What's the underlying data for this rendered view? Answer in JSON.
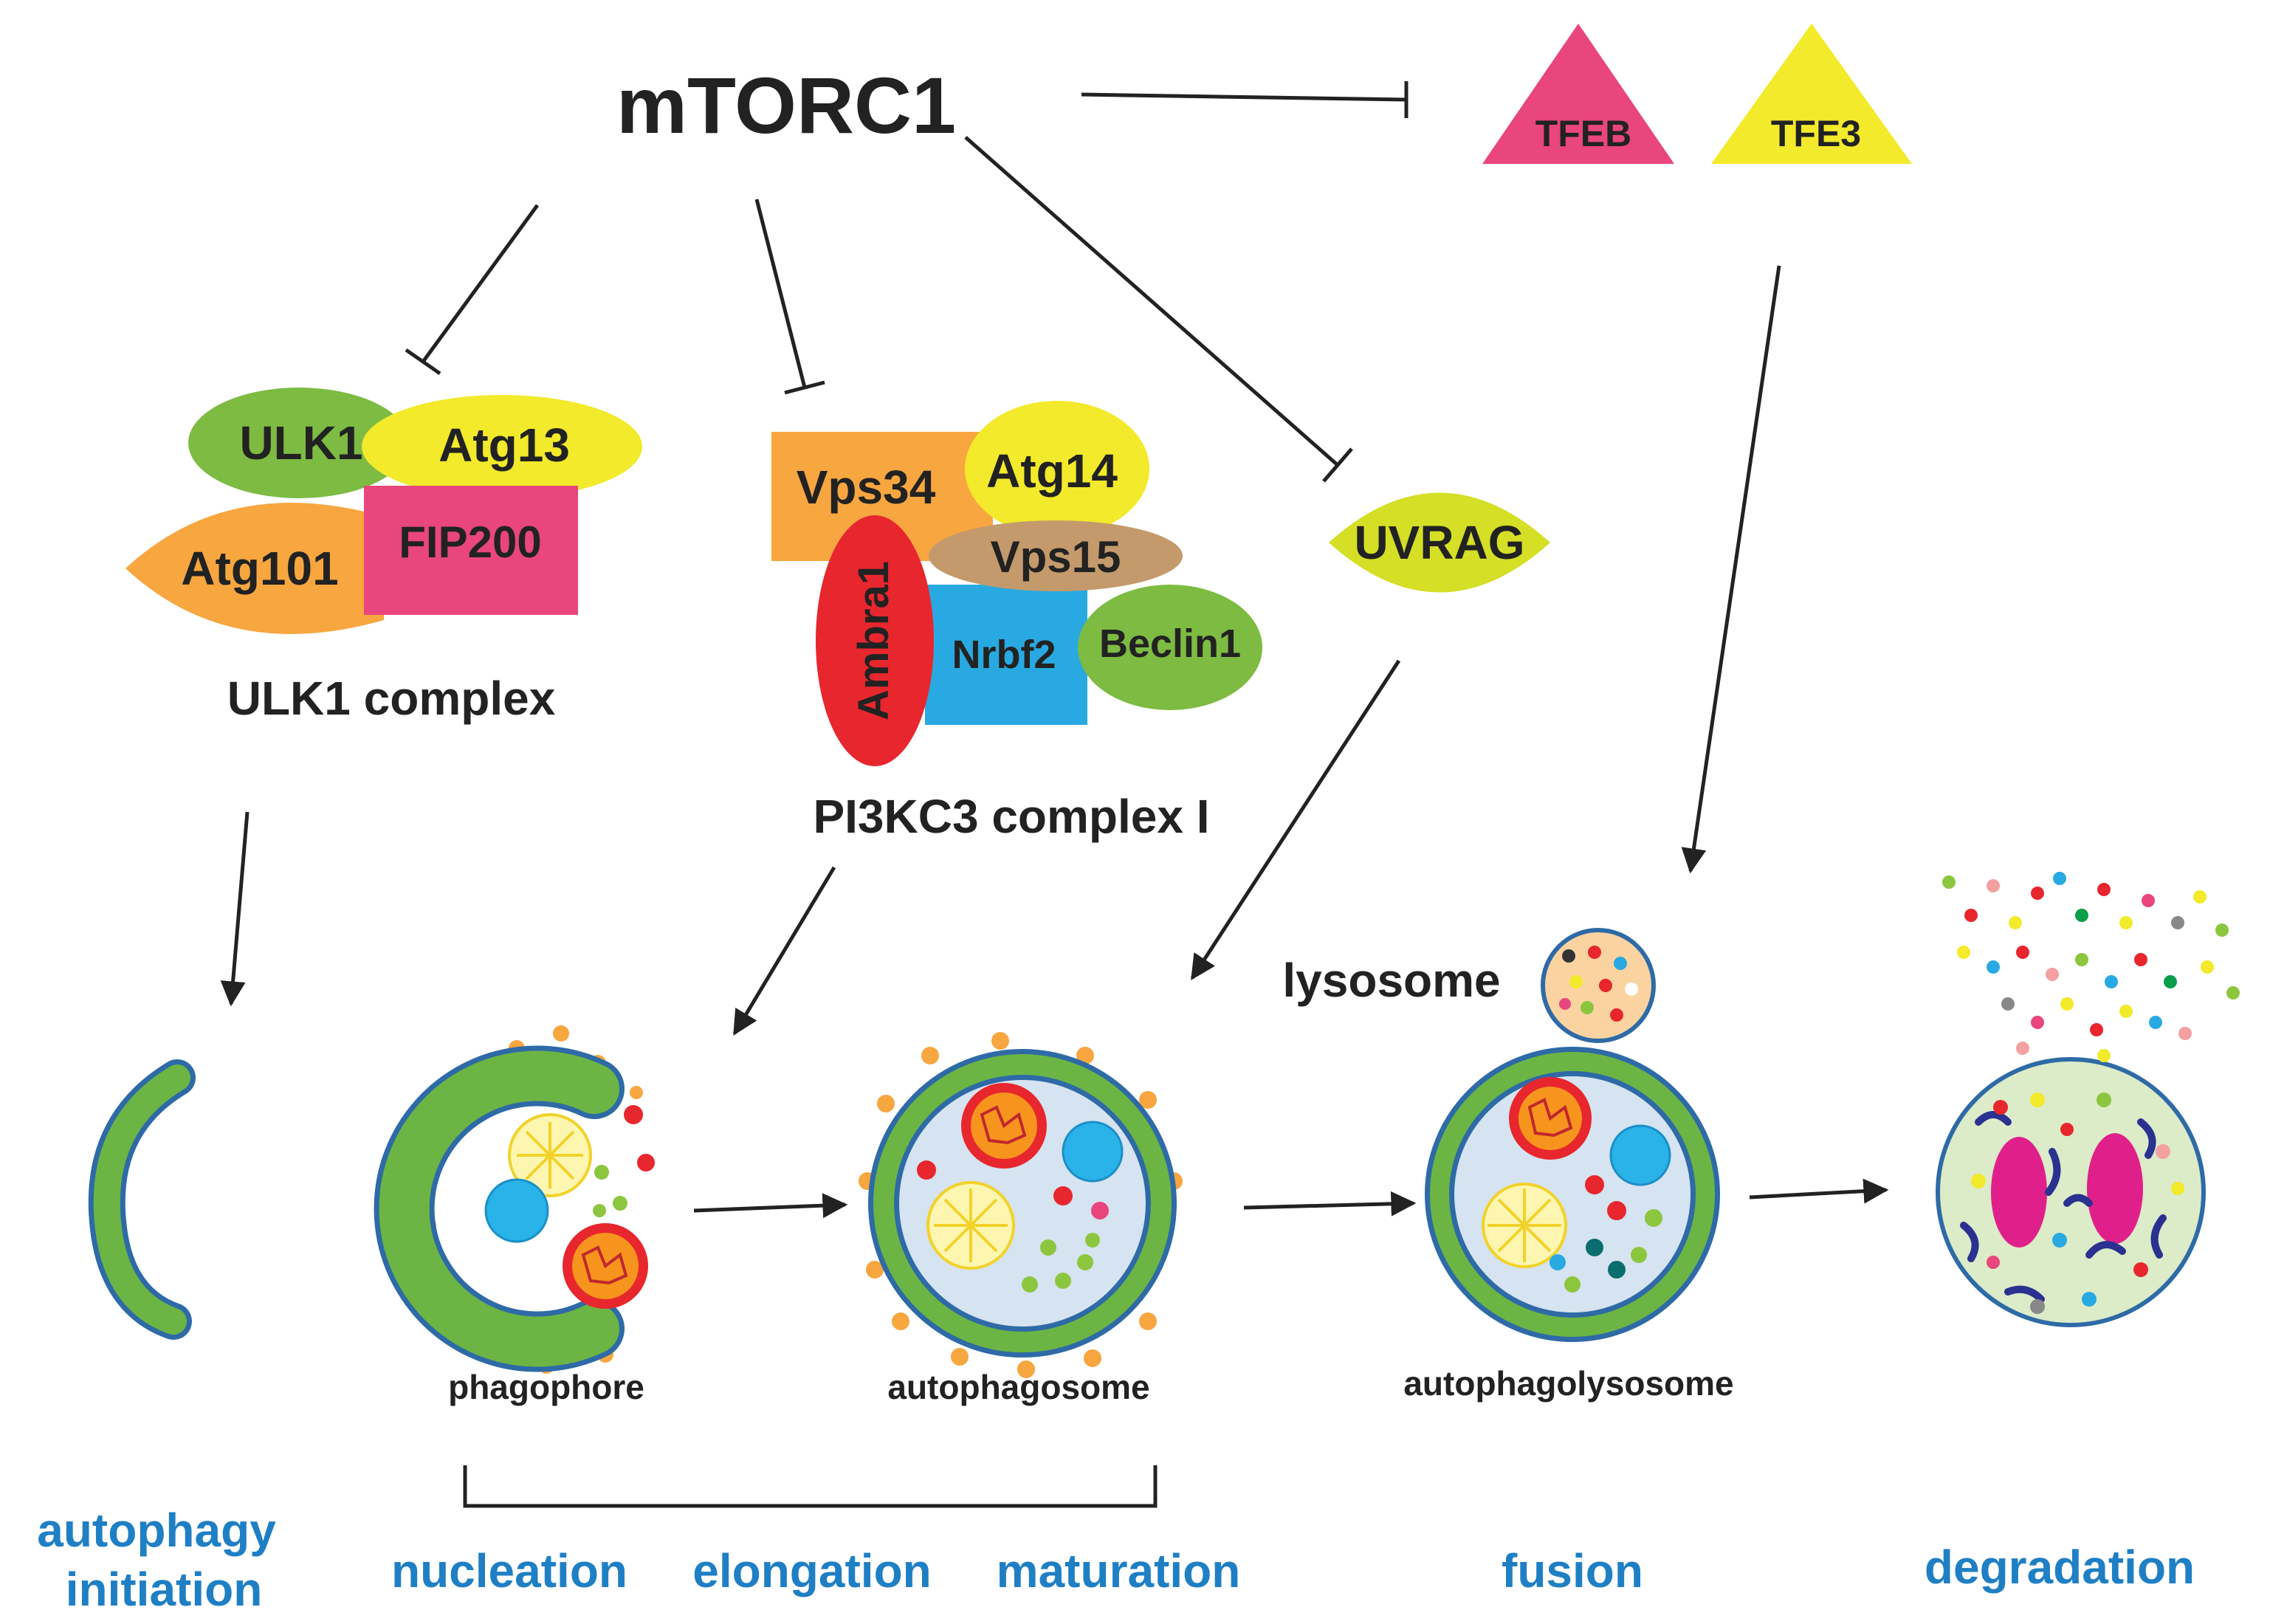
{
  "regulator": "mTORC1",
  "transcription_factors": [
    {
      "label": "TFEB",
      "color": "#e8467c"
    },
    {
      "label": "TFE3",
      "color": "#f2ea2a"
    }
  ],
  "ulk1_complex": {
    "title": "ULK1 complex",
    "proteins": [
      {
        "label": "ULK1",
        "color": "#7dbb42"
      },
      {
        "label": "Atg13",
        "color": "#f2ea2a"
      },
      {
        "label": "Atg101",
        "color": "#f7a640"
      },
      {
        "label": "FIP200",
        "color": "#e8467c"
      }
    ]
  },
  "pi3kc3_complex": {
    "title": "PI3KC3 complex I",
    "proteins": [
      {
        "label": "Vps34",
        "color": "#f7a640"
      },
      {
        "label": "Atg14",
        "color": "#f2ea2a"
      },
      {
        "label": "Vps15",
        "color": "#c49a6c"
      },
      {
        "label": "Ambra1",
        "color": "#e8262d"
      },
      {
        "label": "Nrbf2",
        "color": "#29a9e1"
      },
      {
        "label": "Beclin1",
        "color": "#7dbb42"
      }
    ]
  },
  "uvrag": {
    "label": "UVRAG",
    "color": "#d4df26"
  },
  "structures": {
    "phagophore": "phagophore",
    "autophagosome": "autophagosome",
    "lysosome": "lysosome",
    "autophagolysosome": "autophagolysosome"
  },
  "stages": {
    "initiation_line1": "autophagy",
    "initiation_line2": "initiation",
    "nucleation": "nucleation",
    "elongation": "elongation",
    "maturation": "maturation",
    "fusion": "fusion",
    "degradation": "degradation"
  },
  "colors": {
    "membrane_green": "#6cb544",
    "membrane_blue": "#2e6aa6",
    "lumen": "#d6e3f0",
    "stage_blue": "#1f7fc4",
    "orange_dot": "#f7a640",
    "lysosome_fill": "#fbd3a0"
  }
}
